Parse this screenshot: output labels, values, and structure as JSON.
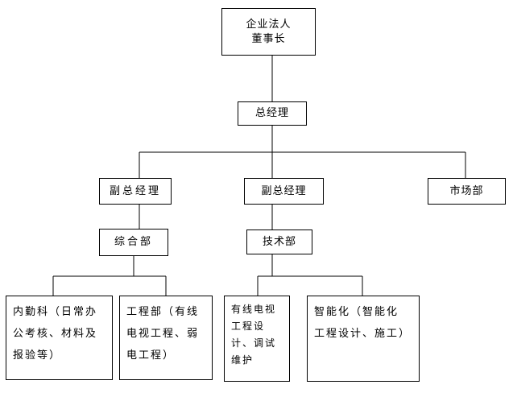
{
  "org": {
    "root": "企业法人\n董事长",
    "general_manager": "总经理",
    "vp_left": "副总经理",
    "vp_middle": "副总经理",
    "marketing": "市场部",
    "general_affairs": "综合部",
    "technical": "技术部",
    "internal_affairs": "内勤科（日常办\n公考核、材料及\n报验等）",
    "engineering": "工程部（有线\n电视工程、弱\n电工程）",
    "cable_tv": "有线电视\n工程设\n计、调试\n维护",
    "smart": "智能化（智能化\n工程设计、施工）"
  }
}
